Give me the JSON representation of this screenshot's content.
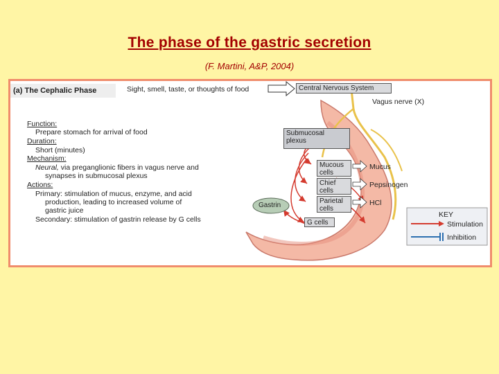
{
  "title": "The phase of the gastric secretion",
  "subtitle": "(F. Martini, A&P, 2004)",
  "figure": {
    "panel_title": "(a) The Cephalic Phase",
    "stimulus": "Sight, smell, taste, or thoughts of food",
    "cns": "Central Nervous System",
    "vagus": "Vagus nerve (X)",
    "submucosal": [
      "Submucosal",
      "plexus"
    ],
    "cells": {
      "mucous": [
        "Mucous",
        "cells"
      ],
      "chief": [
        "Chief",
        "cells"
      ],
      "parietal": [
        "Parietal",
        "cells"
      ],
      "g": "G cells"
    },
    "products": {
      "mucus": "Mucus",
      "pepsinogen": "Pepsinogen",
      "hcl": "HCl"
    },
    "gastrin": "Gastrin",
    "key": {
      "title": "KEY",
      "stimulation": "Stimulation",
      "inhibition": "Inhibition"
    },
    "text": {
      "function_label": "Function:",
      "function": "Prepare stomach for arrival of food",
      "duration_label": "Duration:",
      "duration": "Short (minutes)",
      "mechanism_label": "Mechanism:",
      "mechanism_em": "Neural,",
      "mechanism_1": " via preganglionic fibers in vagus nerve and",
      "mechanism_2": "synapses in submucosal plexus",
      "actions_label": "Actions:",
      "action_1": "Primary: stimulation of mucus, enzyme, and acid",
      "action_2": "production, leading to increased volume of",
      "action_3": "gastric juice",
      "action_4": "Secondary: stimulation of gastrin release by G cells"
    },
    "colors": {
      "stimulation": "#d43a2e",
      "inhibition": "#2c6fb0",
      "stomach": "#f4b9a6",
      "nerve": "#e9c24a"
    }
  }
}
